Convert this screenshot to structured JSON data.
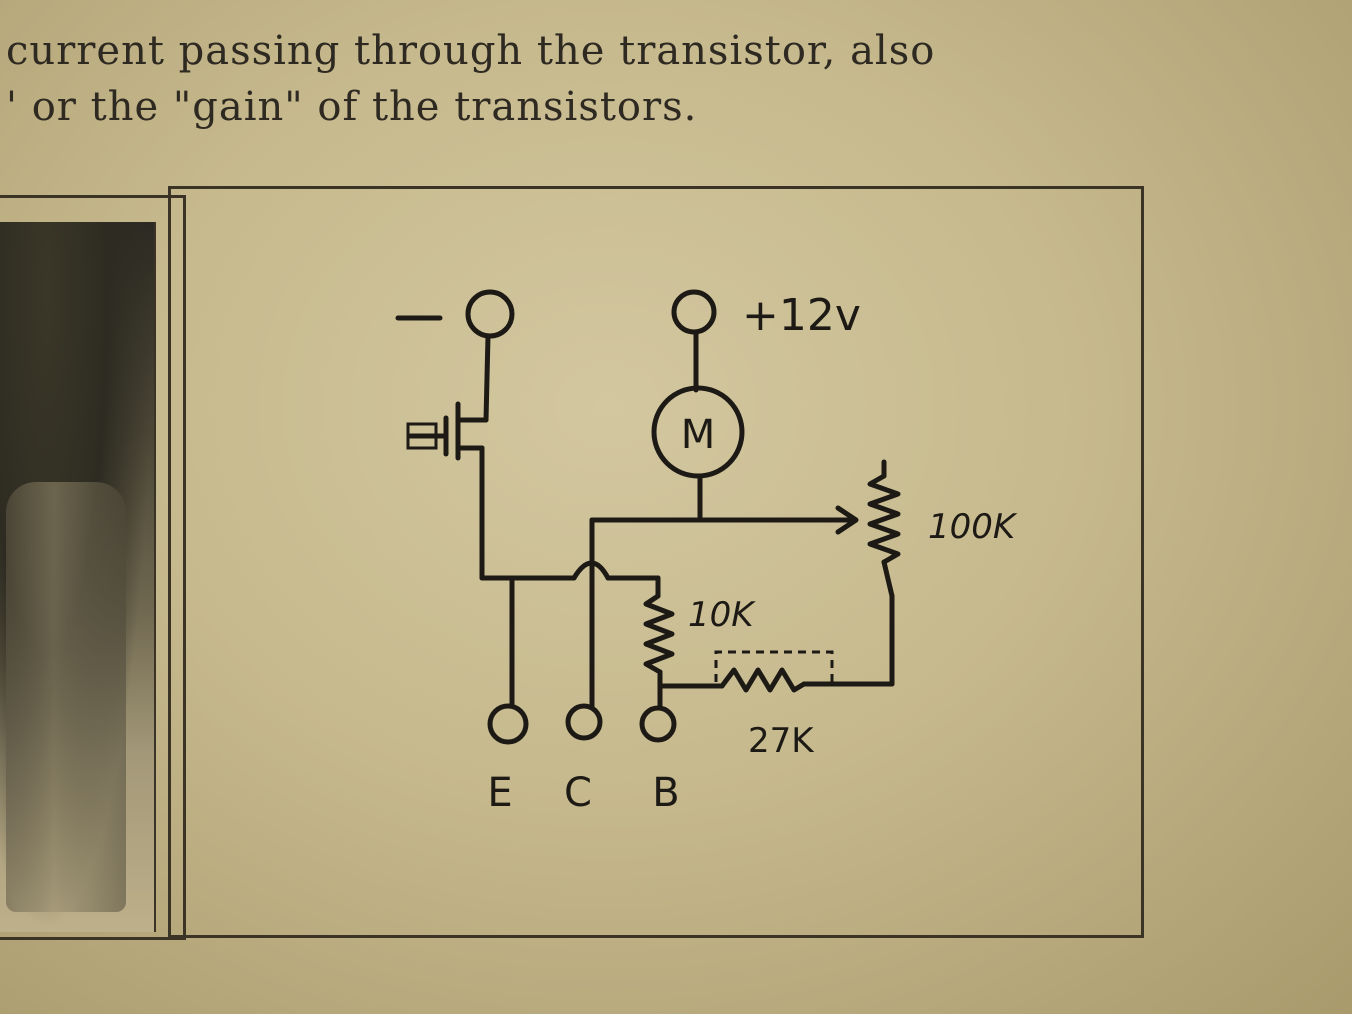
{
  "text": {
    "line1": "current passing through the transistor, also",
    "line2": "' or the \"gain\" of the transistors."
  },
  "diagram": {
    "minus_label": "—",
    "supply_label": "+12v",
    "motor_label": "M",
    "pot_label": "100K",
    "r1_label": "10K",
    "r2_label": "27K",
    "terminals": [
      "E",
      "C",
      "B"
    ]
  }
}
